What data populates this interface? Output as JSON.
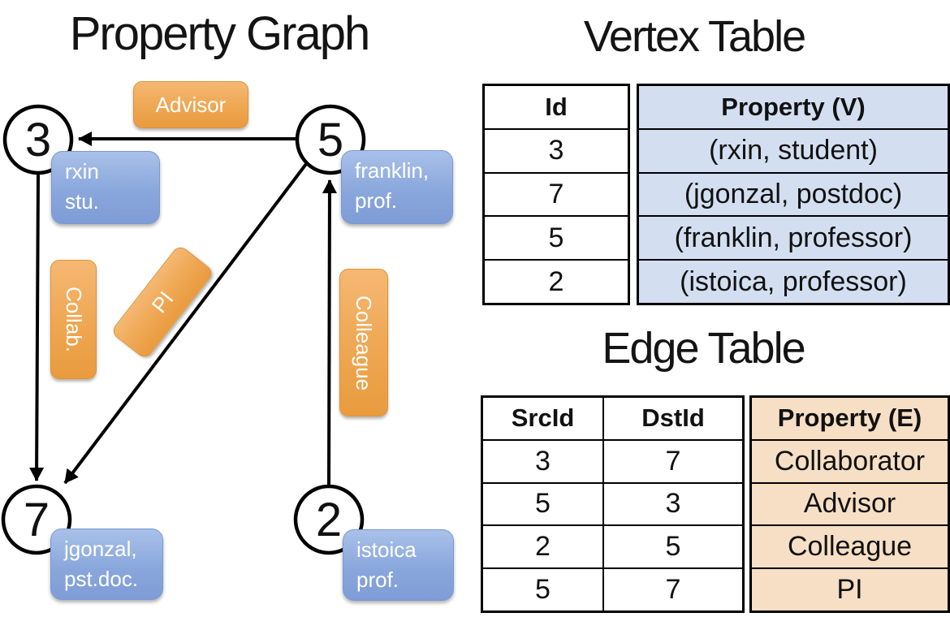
{
  "titles": {
    "property_graph": "Property Graph",
    "vertex_table": "Vertex Table",
    "edge_table": "Edge Table"
  },
  "graph": {
    "nodes": [
      {
        "id": "3",
        "property": "rxin\nstu."
      },
      {
        "id": "5",
        "property": "franklin,\nprof."
      },
      {
        "id": "7",
        "property": "jgonzal,\npst.doc."
      },
      {
        "id": "2",
        "property": "istoica\nprof."
      }
    ],
    "edges": [
      {
        "src": "5",
        "dst": "3",
        "label": "Advisor"
      },
      {
        "src": "3",
        "dst": "7",
        "label": "Collab."
      },
      {
        "src": "5",
        "dst": "7",
        "label": "PI"
      },
      {
        "src": "2",
        "dst": "5",
        "label": "Colleague"
      }
    ]
  },
  "vertex_table": {
    "headers": {
      "id": "Id",
      "property": "Property (V)"
    },
    "rows": [
      {
        "id": "3",
        "property": "(rxin, student)"
      },
      {
        "id": "7",
        "property": "(jgonzal, postdoc)"
      },
      {
        "id": "5",
        "property": "(franklin, professor)"
      },
      {
        "id": "2",
        "property": "(istoica, professor)"
      }
    ]
  },
  "edge_table": {
    "headers": {
      "src": "SrcId",
      "dst": "DstId",
      "property": "Property (E)"
    },
    "rows": [
      {
        "src": "3",
        "dst": "7",
        "property": "Collaborator"
      },
      {
        "src": "5",
        "dst": "3",
        "property": "Advisor"
      },
      {
        "src": "2",
        "dst": "5",
        "property": "Colleague"
      },
      {
        "src": "5",
        "dst": "7",
        "property": "PI"
      }
    ]
  },
  "colors": {
    "vertex_property_bg": "#d3dff1",
    "edge_property_bg": "#f6dfc4",
    "vertex_box_gradient_top": "#a9c1e9",
    "vertex_box_gradient_bottom": "#7e9cd6",
    "edge_pill_gradient_top": "#f5b873",
    "edge_pill_gradient_bottom": "#e99b3e",
    "line_color": "#000000"
  }
}
